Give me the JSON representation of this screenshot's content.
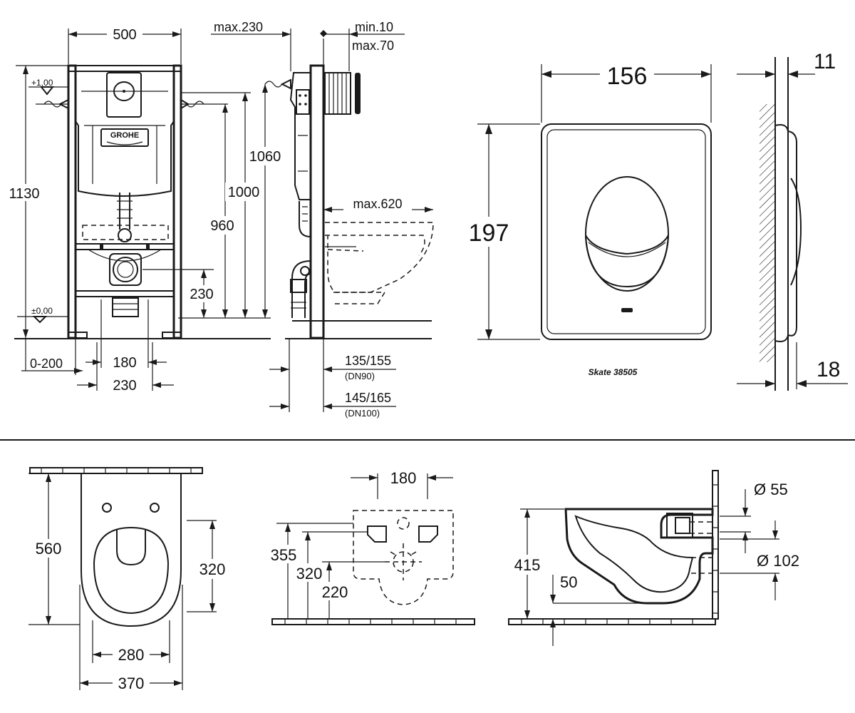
{
  "frame": {
    "title": "",
    "dims": {
      "width_500": "500",
      "height_1130": "1130",
      "level_plus": "+1,00",
      "level_zero": "±0,00",
      "offset_0_200": "0-200",
      "spacing_180": "180",
      "spacing_230": "230",
      "height_960": "960",
      "height_230": "230",
      "height_1000": "1000",
      "height_1060": "1060"
    },
    "brand_logo_text": "GROHE"
  },
  "side_view": {
    "dims": {
      "max_230": "max.230",
      "min_10": "min.10",
      "max_70": "max.70",
      "max_620": "max.620",
      "dn90_range": "135/155",
      "dn90_label": "(DN90)",
      "dn100_range": "145/165",
      "dn100_label": "(DN100)"
    }
  },
  "flush_plate": {
    "model_caption": "Skate 38505",
    "dims": {
      "width_156": "156",
      "height_197": "197",
      "depth_11": "11",
      "depth_18": "18"
    }
  },
  "toilet_top": {
    "dims": {
      "length_560": "560",
      "length_320": "320",
      "width_280": "280",
      "width_370": "370"
    }
  },
  "toilet_back": {
    "dims": {
      "spacing_180": "180",
      "h_355": "355",
      "h_320": "320",
      "h_220": "220"
    }
  },
  "toilet_side": {
    "dims": {
      "height_415": "415",
      "h_50": "50",
      "dia_55": "Ø 55",
      "dia_102": "Ø 102"
    }
  }
}
